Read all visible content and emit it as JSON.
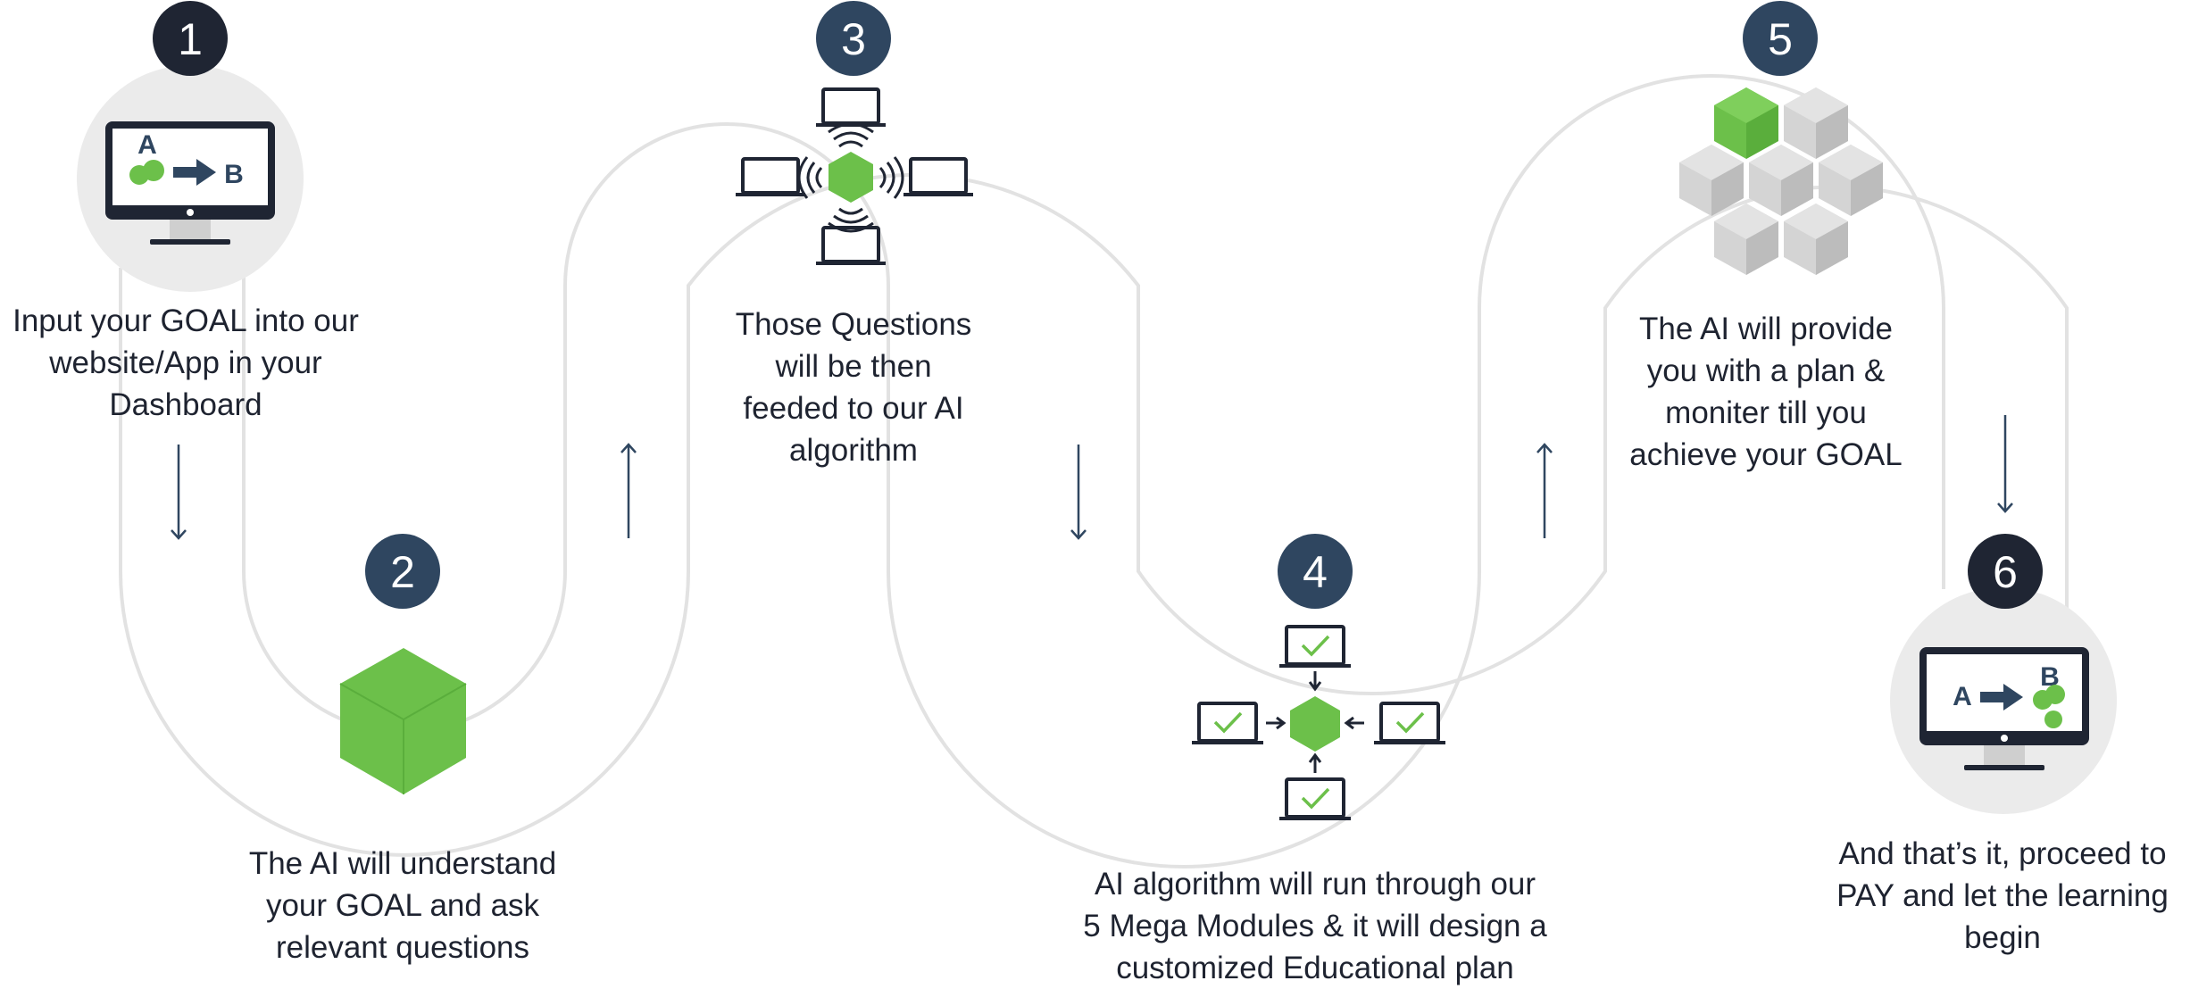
{
  "colors": {
    "path": "#e2e2e2",
    "badge_dark": "#1f2533",
    "badge_blue": "#2f4660",
    "green": "#6cc04a",
    "screen_dark": "#1f2533",
    "cube_grey": "#cfcfcf",
    "text": "#1e2330"
  },
  "steps": [
    {
      "number": "1",
      "icon": "monitor-a-to-b-icon",
      "icon_labels": [
        "A",
        "B"
      ],
      "lines": [
        "Input your GOAL into our",
        "website/App in your",
        "Dashboard"
      ]
    },
    {
      "number": "2",
      "icon": "green-cube-icon",
      "lines": [
        "The AI will understand",
        "your GOAL and ask",
        "relevant questions"
      ]
    },
    {
      "number": "3",
      "icon": "cube-broadcast-laptops-icon",
      "lines": [
        "Those Questions",
        "will be then",
        "feeded to our AI",
        "algorithm"
      ]
    },
    {
      "number": "4",
      "icon": "cube-checked-laptops-icon",
      "lines": [
        "AI algorithm will run through our",
        "5 Mega Modules & it will design a",
        "customized Educational plan"
      ]
    },
    {
      "number": "5",
      "icon": "cube-cluster-icon",
      "lines": [
        "The AI will provide",
        "you with a plan &",
        "moniter till you",
        "achieve your GOAL"
      ]
    },
    {
      "number": "6",
      "icon": "monitor-a-to-b-icon",
      "icon_labels": [
        "A",
        "B"
      ],
      "lines": [
        "And that’s it, proceed to",
        "PAY and let the learning",
        "begin"
      ]
    }
  ]
}
